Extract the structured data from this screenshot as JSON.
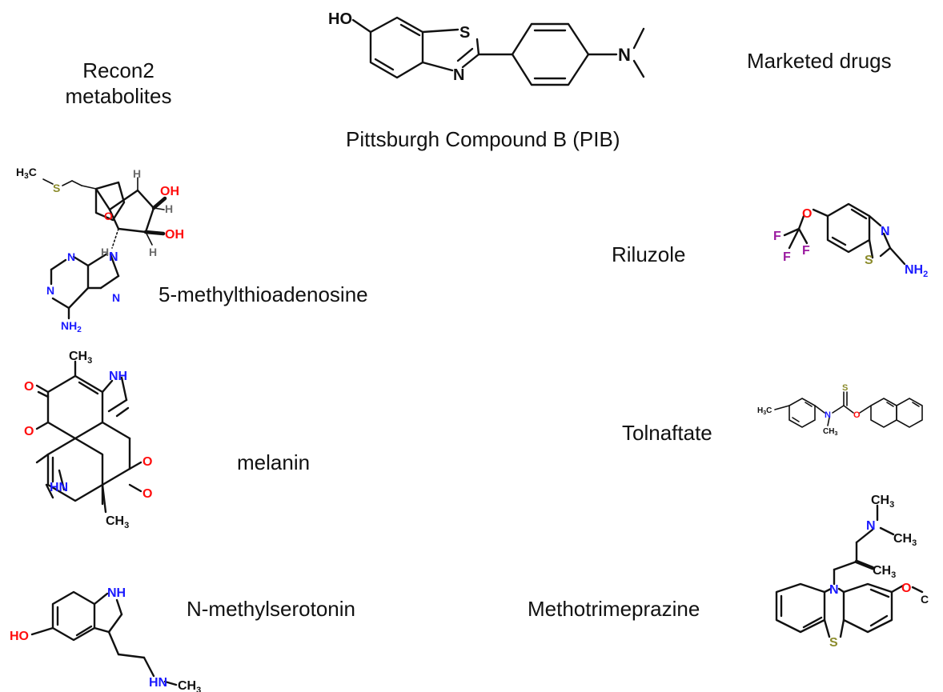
{
  "headers": {
    "left": [
      "Recon2",
      "metabolites"
    ],
    "right": "Marketed drugs",
    "center": "Pittsburgh Compound B (PIB)"
  },
  "compounds": {
    "mta": "5-methylthioadenosine",
    "melanin": "melanin",
    "nms": "N-methylserotonin",
    "riluzole": "Riluzole",
    "tolnaftate": "Tolnaftate",
    "methotrimeprazine": "Methotrimeprazine"
  },
  "atoms": {
    "ho": "HO",
    "oh": "OH",
    "s": "S",
    "n": "N",
    "o": "O",
    "f": "F",
    "h": "H",
    "nh": "NH",
    "hn": "HN",
    "ch": "CH",
    "c": "C",
    "h3": "H",
    "nh2": "NH",
    "sub2": "2",
    "sub3": "3"
  },
  "colors": {
    "carbon": "#111111",
    "nitrogen": "#1a1aff",
    "oxygen": "#ff0d0d",
    "sulfur": "#8b8b2b",
    "fluorine": "#9b1ba0",
    "hydrogen": "#6b6b6b"
  }
}
